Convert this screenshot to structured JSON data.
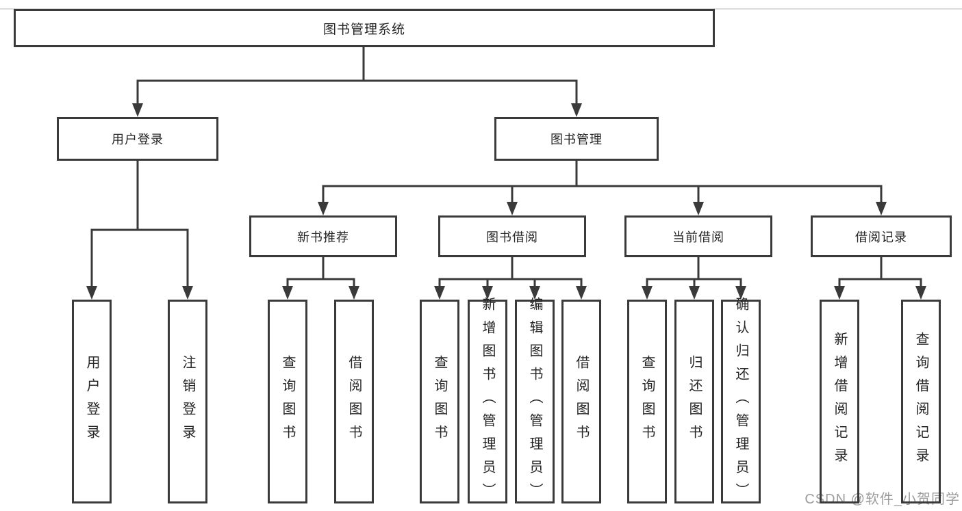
{
  "diagram": {
    "title": "图书管理系统",
    "colors": {
      "line": "#3a3a3a",
      "text": "#262626",
      "watermark": "#9c9c9c",
      "background": "#ffffff"
    },
    "level1": [
      {
        "label": "用户登录"
      },
      {
        "label": "图书管理"
      }
    ],
    "level2": [
      {
        "label": "新书推荐",
        "parent": "图书管理"
      },
      {
        "label": "图书借阅",
        "parent": "图书管理"
      },
      {
        "label": "当前借阅",
        "parent": "图书管理"
      },
      {
        "label": "借阅记录",
        "parent": "图书管理"
      }
    ],
    "leaves": [
      {
        "label": "用户登录",
        "parent": "用户登录"
      },
      {
        "label": "注销登录",
        "parent": "用户登录"
      },
      {
        "label": "查询图书",
        "parent": "新书推荐"
      },
      {
        "label": "借阅图书",
        "parent": "新书推荐"
      },
      {
        "label": "查询图书",
        "parent": "图书借阅"
      },
      {
        "label": "新增图书（管理员）",
        "parent": "图书借阅"
      },
      {
        "label": "编辑图书（管理员）",
        "parent": "图书借阅"
      },
      {
        "label": "借阅图书",
        "parent": "图书借阅"
      },
      {
        "label": "查询图书",
        "parent": "当前借阅"
      },
      {
        "label": "归还图书",
        "parent": "当前借阅"
      },
      {
        "label": "确认归还（管理员）",
        "parent": "当前借阅"
      },
      {
        "label": "新增借阅记录",
        "parent": "借阅记录"
      },
      {
        "label": "查询借阅记录",
        "parent": "借阅记录"
      }
    ],
    "watermark": "CSDN @软件_小贺同学"
  }
}
